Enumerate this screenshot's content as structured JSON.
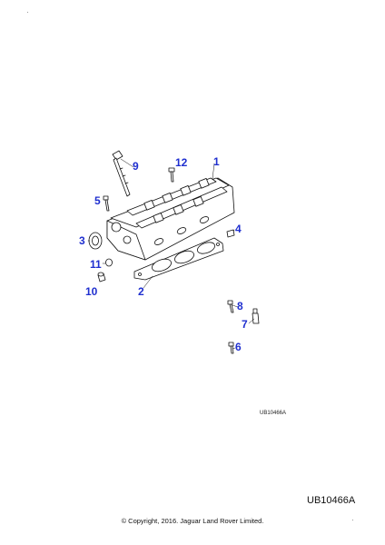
{
  "callouts": {
    "c1": "1",
    "c2": "2",
    "c3": "3",
    "c4": "4",
    "c5": "5",
    "c6": "6",
    "c7": "7",
    "c8": "8",
    "c9": "9",
    "c10": "10",
    "c11": "11",
    "c12": "12"
  },
  "small_reference": "UB10466A",
  "reference_id": "UB10466A",
  "copyright": "© Copyright, 2016. Jaguar Land Rover Limited.",
  "colors": {
    "callout": "#1f2fcf",
    "line": "#111111",
    "fill": "#ffffff"
  }
}
